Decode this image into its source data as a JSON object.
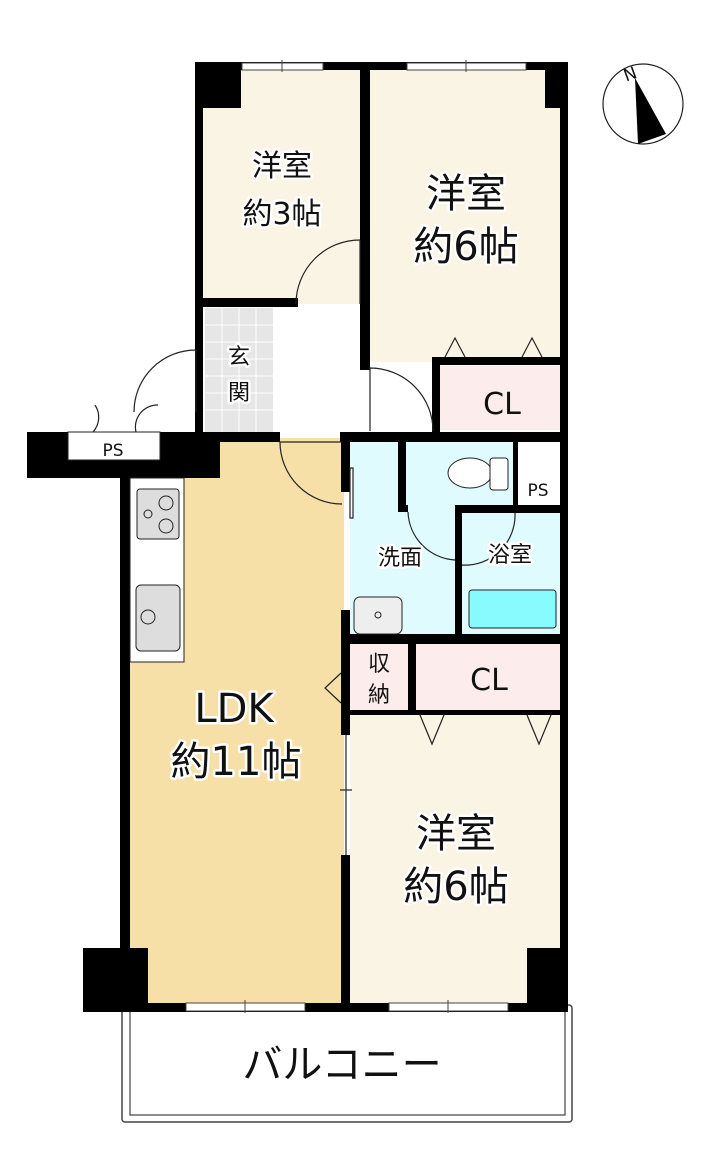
{
  "colors": {
    "wall": "#000000",
    "western_room": "#faf4e5",
    "ldk": "#f6e0a8",
    "wet_area": "#dffbfd",
    "closet": "#fcecec",
    "genkan": "#e6e6e6",
    "bathtub": "#88fbff"
  },
  "compass": {
    "north_label": "N"
  },
  "rooms": {
    "room_3jo": {
      "line1": "洋室",
      "line2": "約3帖"
    },
    "room_6jo_top": {
      "line1": "洋室",
      "line2": "約6帖"
    },
    "room_6jo_bottom": {
      "line1": "洋室",
      "line2": "約6帖"
    },
    "ldk": {
      "line1": "LDK",
      "line2": "約11帖"
    },
    "genkan": {
      "line1": "玄",
      "line2": "関"
    },
    "closet_top": "CL",
    "closet_bottom": "CL",
    "storage": {
      "line1": "収",
      "line2": "納"
    },
    "washroom": "洗面",
    "bathroom": "浴室",
    "ps_left": "PS",
    "ps_right": "PS",
    "balcony": "バルコニー"
  }
}
